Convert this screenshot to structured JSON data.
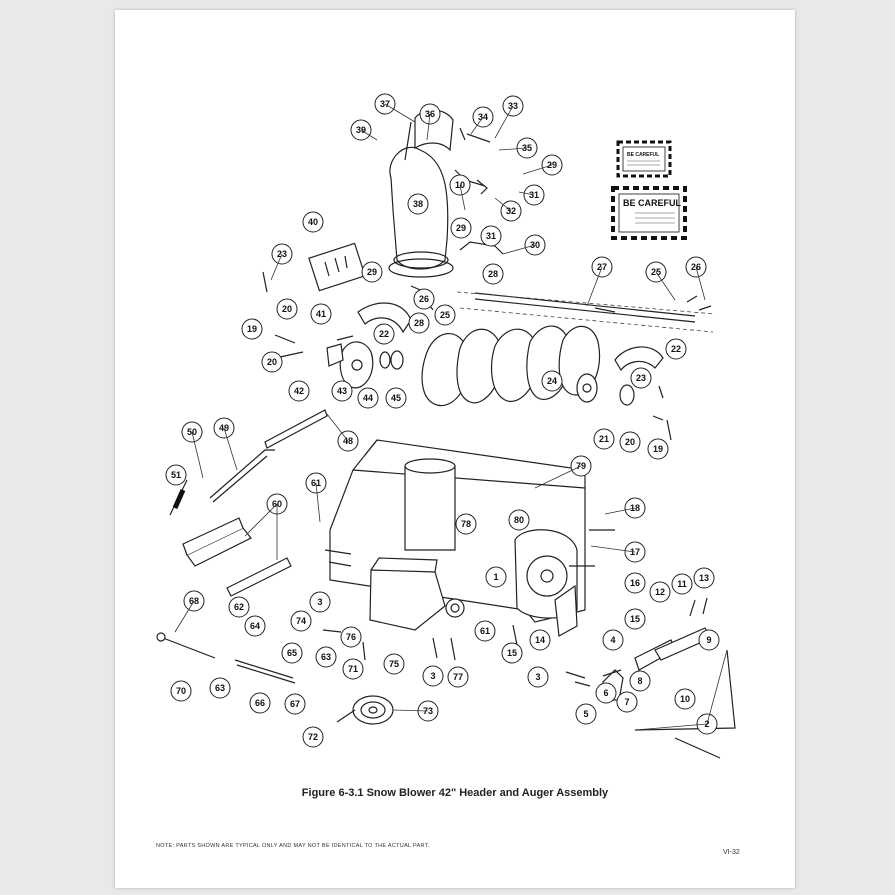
{
  "figure": {
    "caption": "Figure 6-3.1   Snow Blower 42\" Header and Auger Assembly",
    "note": "NOTE: PARTS SHOWN ARE TYPICAL ONLY AND MAY NOT BE IDENTICAL TO THE ACTUAL PART.",
    "page_number": "VI-32"
  },
  "decals": {
    "small_text": "BE CAREFUL",
    "large_text": "BE CAREFUL"
  },
  "callouts": [
    "1",
    "2",
    "3",
    "3",
    "3",
    "4",
    "5",
    "6",
    "7",
    "8",
    "9",
    "10",
    "10",
    "11",
    "12",
    "13",
    "14",
    "15",
    "15",
    "16",
    "17",
    "18",
    "19",
    "19",
    "20",
    "20",
    "20",
    "21",
    "22",
    "22",
    "23",
    "23",
    "24",
    "25",
    "25",
    "26",
    "26",
    "27",
    "28",
    "28",
    "29",
    "29",
    "29",
    "30",
    "31",
    "31",
    "32",
    "33",
    "34",
    "35",
    "36",
    "37",
    "38",
    "39",
    "40",
    "41",
    "42",
    "43",
    "44",
    "45",
    "48",
    "49",
    "50",
    "51",
    "60",
    "61",
    "61",
    "62",
    "63",
    "63",
    "64",
    "65",
    "66",
    "67",
    "68",
    "70",
    "71",
    "72",
    "73",
    "74",
    "75",
    "76",
    "77",
    "78",
    "79",
    "80"
  ]
}
